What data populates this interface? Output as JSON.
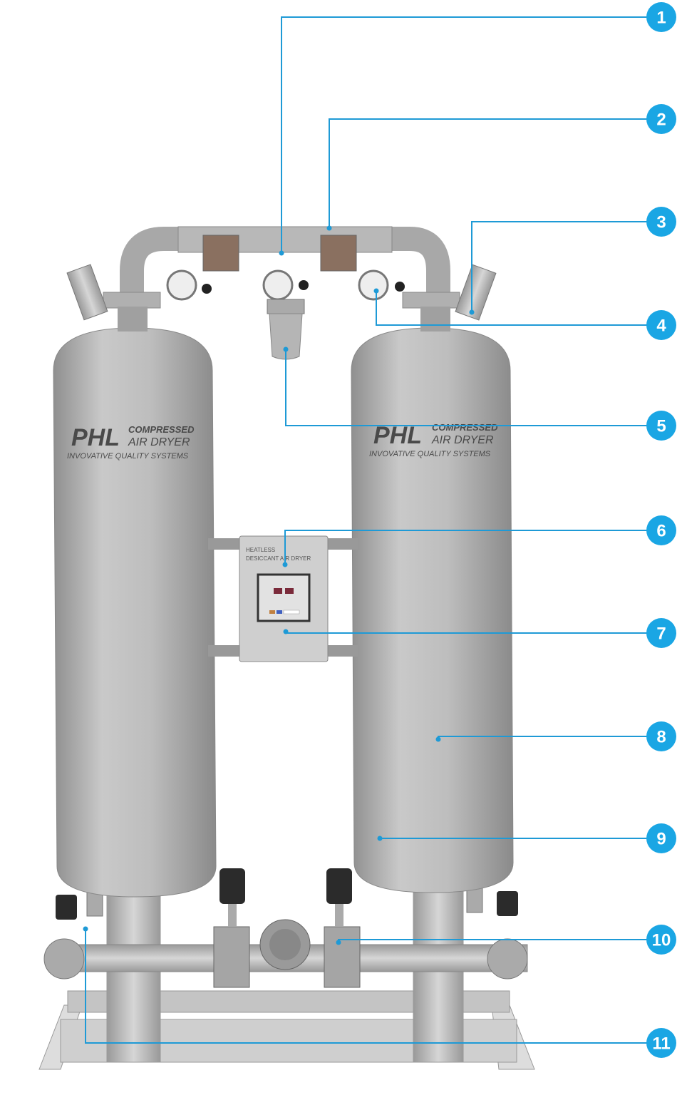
{
  "colors": {
    "callout": "#1aa6e4",
    "leader": "#1e9ad6",
    "steel": "#b4b4b4",
    "frame": "#c8c8c8"
  },
  "tank_label": {
    "brand": "PHL",
    "line1": "COMPRESSED",
    "line2": "AIR DRYER",
    "tagline": "INVOVATIVE QUALITY SYSTEMS"
  },
  "control_panel": {
    "line1": "HEATLESS",
    "line2": "DESICCANT AIR DRYER"
  },
  "callouts": [
    "1",
    "2",
    "3",
    "4",
    "5",
    "6",
    "7",
    "8",
    "9",
    "10",
    "11"
  ]
}
